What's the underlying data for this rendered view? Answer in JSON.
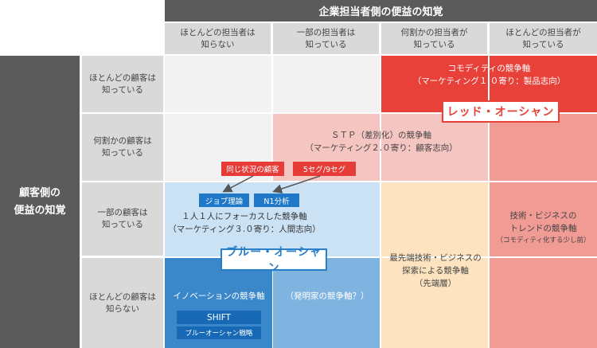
{
  "header": {
    "company_title": "企業担当者側の便益の知覚",
    "columns": [
      "ほとんどの担当者は\n知らない",
      "一部の担当者は\n知っている",
      "何割かの担当者が\n知っている",
      "ほとんどの担当者が\n知っている"
    ]
  },
  "side": {
    "customer_title": "顧客側の\n便益の知覚",
    "rows": [
      "ほとんどの顧客は\n知っている",
      "何割かの顧客は\n知っている",
      "一部の顧客は\n知っている",
      "ほとんどの顧客は\n知らない"
    ]
  },
  "regions": {
    "commodity_title": "コモディティの競争軸",
    "commodity_sub": "（マーケティング１.０寄り：製品志向）",
    "stp_title": "ＳＴＰ（差別化）の競争軸",
    "stp_sub": "（マーケティング２.０寄り：顧客志向）",
    "focus_title": "１人１人にフォーカスした競争軸",
    "focus_sub": "（マーケティング３.０寄り：人間志向）",
    "innovation_title": "イノベーションの競争軸",
    "inventor_title": "（発明家の競争軸？）",
    "frontier_title": "最先端技術・ビジネスの\n探索による競争軸",
    "frontier_sub": "（先端層）",
    "trend_title": "技術・ビジネスの\nトレンドの競争軸",
    "trend_sub": "（コモディティ化する少し前）"
  },
  "banners": {
    "red_ocean": "レッド・オーシャン",
    "blue_ocean": "ブルー・オーシャン"
  },
  "tags": {
    "same_situation": "同じ状況の顧客",
    "five_seg": "5セグ/9セグ",
    "job_theory": "ジョブ理論",
    "n1": "N1分析",
    "shift": "SHIFT",
    "blue_strategy": "ブルーオーシャン戦略"
  },
  "colors": {
    "commodity": "#e8413a",
    "stp": "#f4c5c1",
    "trend": "#f19b95",
    "frontier": "#fde3bf",
    "focus": "#cbe2f5",
    "innovation": "#3a87c9",
    "inventor": "#7fb3e0"
  }
}
